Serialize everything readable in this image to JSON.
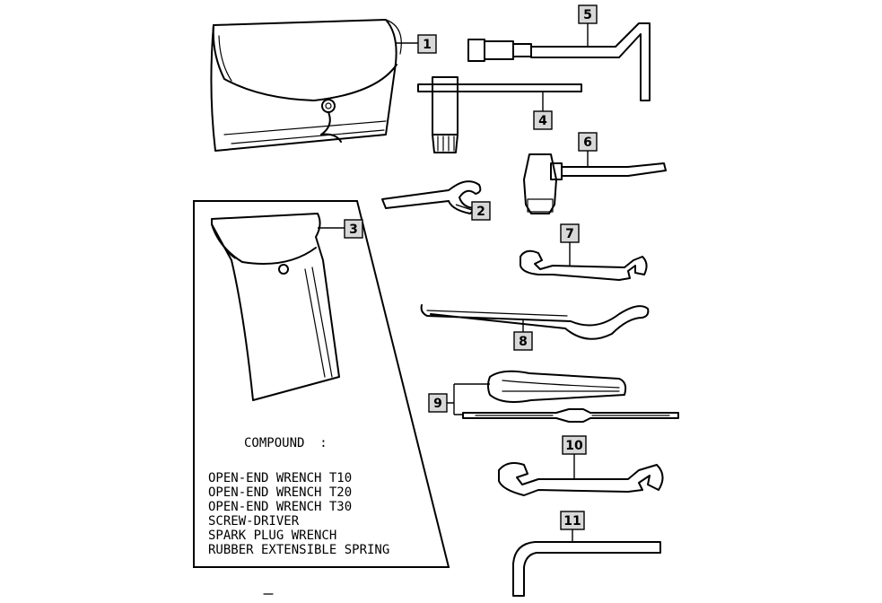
{
  "callouts": [
    {
      "id": "1",
      "label": "1"
    },
    {
      "id": "2",
      "label": "2"
    },
    {
      "id": "3",
      "label": "3"
    },
    {
      "id": "4",
      "label": "4"
    },
    {
      "id": "5",
      "label": "5"
    },
    {
      "id": "6",
      "label": "6"
    },
    {
      "id": "7",
      "label": "7"
    },
    {
      "id": "8",
      "label": "8"
    },
    {
      "id": "9",
      "label": "9"
    },
    {
      "id": "10",
      "label": "10"
    },
    {
      "id": "11",
      "label": "11"
    }
  ],
  "compound": {
    "heading": "COMPOUND  :",
    "items": [
      "OPEN-END WRENCH T10",
      "OPEN-END WRENCH T20",
      "OPEN-END WRENCH T30",
      "SCREW-DRIVER",
      "SPARK PLUG WRENCH",
      "RUBBER EXTENSIBLE SPRING"
    ]
  }
}
